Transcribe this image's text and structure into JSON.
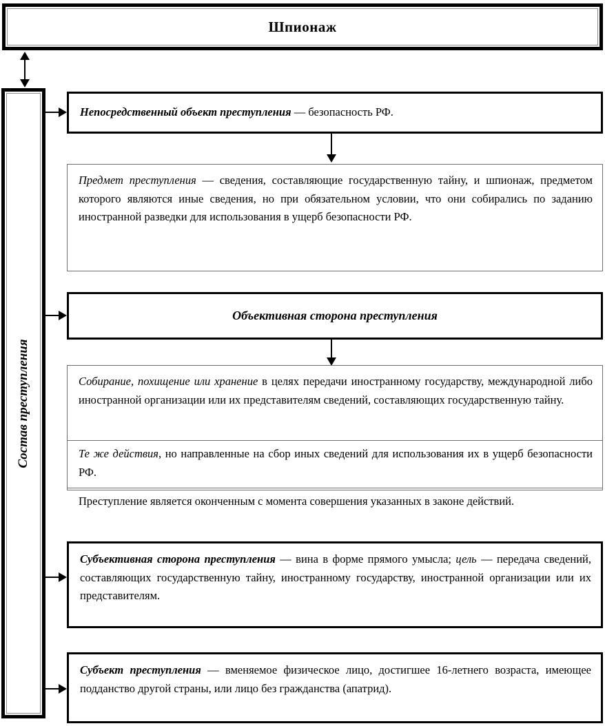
{
  "title": {
    "text": "Шпионаж"
  },
  "spine": {
    "label": "Состав преступления"
  },
  "blocks": {
    "direct_object": {
      "lead": "Непосредственный объект преступления",
      "rest": " — безопасность РФ."
    },
    "subject_matter": {
      "lead": "Предмет преступления",
      "rest": " — сведения, составляющие государственную тайну, и шпионаж, предметом которого являются иные сведения, но при обязательном условии, что они собирались по заданию иностранной разведки для использования в ущерб безопасности РФ."
    },
    "objective_side_header": {
      "text": "Объективная сторона преступления"
    },
    "objective_rows": [
      {
        "lead": "Собирание, похищение или хранение",
        "rest": " в целях передачи иностранному государству, международной либо иностранной организации или их представителям сведений, составляющих государственную тайну."
      },
      {
        "lead": "Те же действия",
        "rest": ", но направленные на сбор иных сведений для использования их в ущерб безопасности РФ."
      },
      {
        "lead": "",
        "rest": "Преступление является оконченным с момента совершения указанных в законе действий."
      }
    ],
    "subjective_side": {
      "lead": "Субъективная сторона преступления",
      "mid": " — вина в форме прямого умысла; ",
      "lead2": "цель",
      "rest": " — передача сведений, составляющих государственную тайну, иностранному государству, иностранной организации или их представителям."
    },
    "criminal_subject": {
      "lead": "Субъект преступления",
      "rest": " — вменяемое физическое лицо, достигшее 16-летнего возраста, имеющее подданство другой страны, или лицо без гражданства (апатрид)."
    }
  },
  "colors": {
    "ink": "#000000",
    "paper": "#ffffff",
    "thin_rule": "#6e6e6e"
  },
  "connectors": {
    "title_to_spine": "double-headed-vertical-arrow",
    "object_to_matter": "down-arrow",
    "objective_header_to_table": "down-arrow",
    "spine_to_block": "right-arrow"
  }
}
